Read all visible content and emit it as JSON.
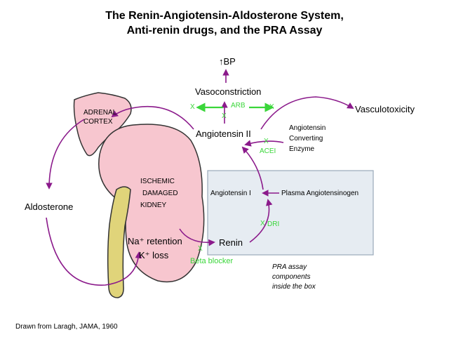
{
  "title": {
    "line1": "The Renin-Angiotensin-Aldosterone System,",
    "line2": "Anti-renin drugs, and the PRA Assay"
  },
  "nodes": {
    "bp": "↑BP",
    "vasoconstriction": "Vasoconstriction",
    "vasculotoxicity": "Vasculotoxicity",
    "adrenal_line1": "ADRENAL",
    "adrenal_line2": "CORTEX",
    "angiotensin_ii": "Angiotensin II",
    "ace_line1": "Angiotensin",
    "ace_line2": "Converting",
    "ace_line3": "Enzyme",
    "kidney_line1": "ISCHEMIC",
    "kidney_line2": "DAMAGED",
    "kidney_line3": "KIDNEY",
    "aldosterone": "Aldosterone",
    "angiotensin_i": "Angiotensin I",
    "angiotensinogen": "Plasma Angiotensinogen",
    "renin": "Renin",
    "na_retention": "Na⁺ retention",
    "k_loss": "K⁺ loss"
  },
  "drugs": {
    "arb": "ARB",
    "acei": "ACEI",
    "dri": "DRI",
    "beta_blocker": "Beta blocker",
    "block_mark": "X"
  },
  "box_note": {
    "line1": "PRA assay",
    "line2": "components",
    "line3": "inside the box"
  },
  "source": "Drawn from Laragh, JAMA, 1960",
  "colors": {
    "arrow": "#8b1a8b",
    "drug": "#3ad63a",
    "kidney_fill": "#f7c6cf",
    "ureter_fill": "#e0d47a",
    "box_fill": "#e6ecf2",
    "box_stroke": "#9aaabb"
  }
}
